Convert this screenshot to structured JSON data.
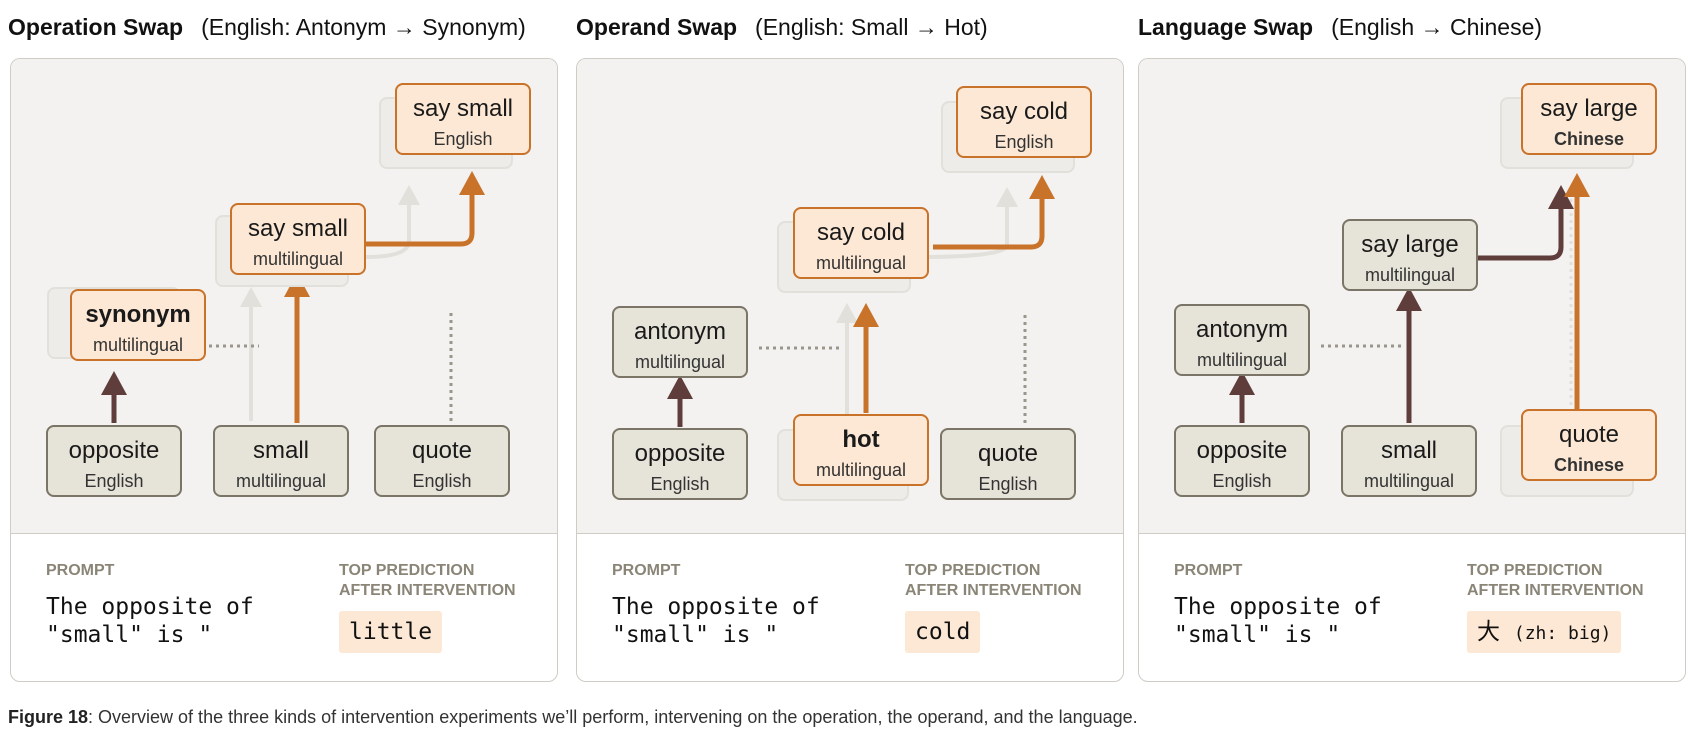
{
  "headings": [
    {
      "title": "Operation Swap",
      "subtitle": "(English:  Antonym → Synonym)"
    },
    {
      "title": "Operand Swap",
      "subtitle": "(English:  Small → Hot)"
    },
    {
      "title": "Language Swap",
      "subtitle": "(English → Chinese)"
    }
  ],
  "panels": [
    {
      "nodes": {
        "say_small_top": {
          "t1": "say small",
          "t2": "English"
        },
        "say_small_multi": {
          "t1": "say small",
          "t2": "multilingual"
        },
        "synonym": {
          "t1": "synonym",
          "t2": "multilingual"
        },
        "opposite": {
          "t1": "opposite",
          "t2": "English"
        },
        "small": {
          "t1": "small",
          "t2": "multilingual"
        },
        "quote": {
          "t1": "quote",
          "t2": "English"
        }
      },
      "prompt_label": "PROMPT",
      "prediction_label_1": "TOP PREDICTION",
      "prediction_label_2": "AFTER INTERVENTION",
      "prompt_line_1": "The opposite of",
      "prompt_line_2": "\"small\" is \"",
      "prediction": "little"
    },
    {
      "nodes": {
        "say_cold_top": {
          "t1": "say cold",
          "t2": "English"
        },
        "say_cold_multi": {
          "t1": "say cold",
          "t2": "multilingual"
        },
        "antonym": {
          "t1": "antonym",
          "t2": "multilingual"
        },
        "opposite": {
          "t1": "opposite",
          "t2": "English"
        },
        "hot": {
          "t1": "hot",
          "t2": "multilingual"
        },
        "quote": {
          "t1": "quote",
          "t2": "English"
        }
      },
      "prompt_label": "PROMPT",
      "prediction_label_1": "TOP PREDICTION",
      "prediction_label_2": "AFTER INTERVENTION",
      "prompt_line_1": "The opposite of",
      "prompt_line_2": "\"small\" is \"",
      "prediction": "cold"
    },
    {
      "nodes": {
        "say_large_top": {
          "t1": "say large",
          "t2": "Chinese"
        },
        "say_large_multi": {
          "t1": "say large",
          "t2": "multilingual"
        },
        "antonym": {
          "t1": "antonym",
          "t2": "multilingual"
        },
        "opposite": {
          "t1": "opposite",
          "t2": "English"
        },
        "small": {
          "t1": "small",
          "t2": "multilingual"
        },
        "quote": {
          "t1": "quote",
          "t2": "Chinese"
        }
      },
      "prompt_label": "PROMPT",
      "prediction_label_1": "TOP PREDICTION",
      "prediction_label_2": "AFTER INTERVENTION",
      "prompt_line_1": "The opposite of",
      "prompt_line_2": "\"small\" is \"",
      "prediction": "大",
      "prediction_note": "(zh: big)"
    }
  ],
  "caption": {
    "label": "Figure 18",
    "text": ": Overview of the three kinds of intervention experiments we’ll perform, intervening on the operation, the operand, and the language."
  },
  "colors": {
    "highlight_border": "#c9722a",
    "highlight_fill": "#fce8d4",
    "neutral_border": "#7a7566",
    "neutral_fill": "#e6e3d8",
    "arrow_dark": "#5e3d3a",
    "arrow_orange": "#c9722a",
    "ghost": "#e2e0db"
  }
}
